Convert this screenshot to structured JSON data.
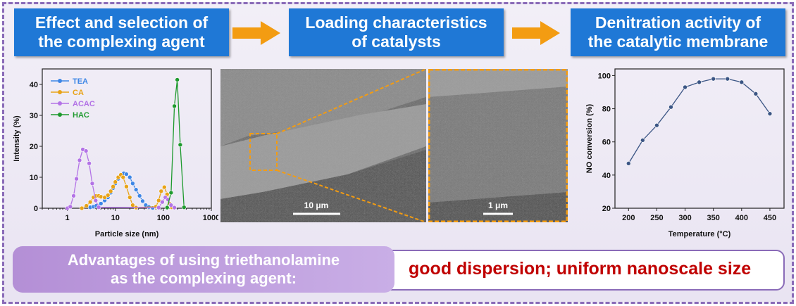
{
  "headers": [
    "Effect and selection of\nthe complexing agent",
    "Loading characteristics\nof catalysts",
    "Denitration activity of\nthe catalytic membrane"
  ],
  "colors": {
    "header_bg": "#1f78d6",
    "arrow": "#f39c12",
    "frame": "#8a6bb8",
    "highlight": "#c00000"
  },
  "sem": {
    "scale_main": "10 μm",
    "scale_zoom": "1 μm"
  },
  "bottom": {
    "label": "Advantages of using triethanolamine\nas the complexing agent:",
    "highlight": "good dispersion; uniform nanoscale size"
  },
  "chart_data": [
    {
      "type": "line",
      "xscale": "log",
      "xlabel": "Particle size (nm)",
      "ylabel": "Intensity (%)",
      "xlim": [
        0.3,
        1000
      ],
      "ylim": [
        0,
        45
      ],
      "xticks": [
        "1",
        "10",
        "100",
        "1000"
      ],
      "xtick_values": [
        1,
        10,
        100,
        1000
      ],
      "yticks": [
        0,
        10,
        20,
        30,
        40
      ],
      "legend": "top-left",
      "series": [
        {
          "name": "TEA",
          "color": "#3d86e6",
          "x": [
            3,
            3.5,
            4,
            5,
            6,
            7,
            8,
            9,
            10,
            11.5,
            13,
            15,
            17,
            20,
            23,
            27,
            32,
            37,
            43,
            50,
            60
          ],
          "y": [
            0.3,
            0.5,
            0.8,
            1.5,
            2.5,
            3.5,
            5,
            6.5,
            8,
            9.5,
            10.5,
            11.3,
            11,
            10,
            8,
            6,
            4,
            2.3,
            1,
            0.4,
            0.1
          ]
        },
        {
          "name": "CA",
          "color": "#e8a317",
          "x": [
            2,
            2.5,
            3,
            3.5,
            4,
            4.5,
            5,
            6,
            7,
            8,
            9,
            10,
            11.5,
            13,
            14.5,
            17,
            20,
            23,
            27,
            70,
            80,
            90,
            105,
            120,
            135,
            150
          ],
          "y": [
            0,
            0.8,
            2,
            3.5,
            4,
            4,
            3.7,
            3.5,
            4.2,
            5.5,
            7,
            8.5,
            10,
            10.8,
            10,
            7,
            3.5,
            1,
            0.2,
            0.5,
            2.5,
            5.5,
            6.8,
            4.5,
            1.5,
            0.3
          ]
        },
        {
          "name": "ACAC",
          "color": "#b373e6",
          "x": [
            1,
            1.15,
            1.35,
            1.55,
            1.8,
            2.1,
            2.45,
            2.85,
            3.3,
            3.9,
            4.5,
            80,
            95,
            110,
            125,
            145,
            170
          ],
          "y": [
            0,
            0.5,
            4,
            9.5,
            15.5,
            19,
            18.5,
            14.5,
            8,
            2.5,
            0.3,
            0.2,
            2,
            3.5,
            2.8,
            1,
            0.2
          ]
        },
        {
          "name": "HAC",
          "color": "#1e9a2e",
          "x": [
            120,
            145,
            170,
            195,
            225,
            270
          ],
          "y": [
            0.2,
            5,
            33,
            41.5,
            20.5,
            0.3
          ]
        }
      ]
    },
    {
      "type": "line",
      "xlabel": "Temperature (°C)",
      "ylabel": "NO conversion (%)",
      "xlim": [
        176,
        475
      ],
      "ylim": [
        20,
        104
      ],
      "xticks": [
        200,
        250,
        300,
        350,
        400,
        450
      ],
      "yticks": [
        20,
        40,
        60,
        80,
        100
      ],
      "series": [
        {
          "name": "NO conversion",
          "color": "#3b5584",
          "x": [
            200,
            225,
            250,
            275,
            300,
            325,
            350,
            375,
            400,
            425,
            450
          ],
          "y": [
            47,
            61,
            70,
            81,
            93,
            96,
            98,
            98,
            96,
            89,
            77
          ]
        }
      ]
    }
  ]
}
